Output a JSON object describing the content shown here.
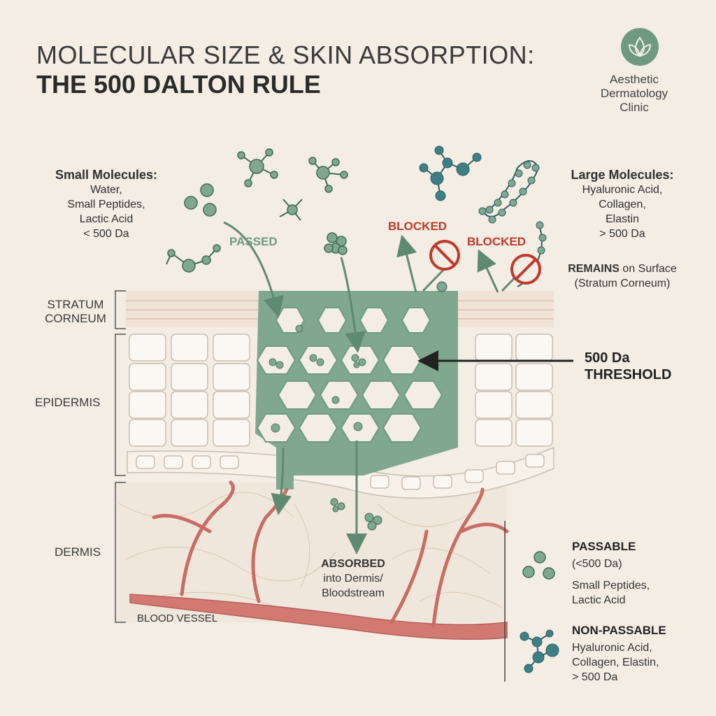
{
  "title": {
    "line1": "MOLECULAR SIZE & SKIN ABSORPTION:",
    "line2": "THE 500 DALTON RULE"
  },
  "clinic": {
    "name": "Aesthetic Dermatology Clinic",
    "icon": "leaf-icon"
  },
  "small_molecules": {
    "heading": "Small Molecules:",
    "items": [
      "Water,",
      "Small Peptides,",
      "Lactic Acid",
      "< 500 Da"
    ]
  },
  "large_molecules": {
    "heading": "Large Molecules:",
    "items": [
      "Hyaluronic Acid,",
      "Collagen,",
      "Elastin",
      "> 500 Da"
    ]
  },
  "labels": {
    "passed": "PASSED",
    "blocked_1": "BLOCKED",
    "blocked_2": "BLOCKED",
    "remains_bold": "REMAINS",
    "remains_rest": "on Surface",
    "remains_sub": "(Stratum Corneum)",
    "threshold_line1": "500 Da",
    "threshold_line2": "THRESHOLD",
    "absorbed_bold": "ABSORBED",
    "absorbed_line2": "into Dermis/",
    "absorbed_line3": "Bloodstream",
    "blood_vessel": "BLOOD VESSEL"
  },
  "layers": {
    "stratum_corneum_1": "STRATUM",
    "stratum_corneum_2": "CORNEUM",
    "epidermis": "EPIDERMIS",
    "dermis": "DERMIS"
  },
  "legend": {
    "passable_head": "PASSABLE",
    "passable_range": "(<500 Da)",
    "passable_items_1": "Small Peptides,",
    "passable_items_2": "Lactic Acid",
    "nonpassable_head": "NON-PASSABLE",
    "nonpassable_items_1": "Hyaluronic Acid,",
    "nonpassable_items_2": "Collagen, Elastin,",
    "nonpassable_items_3": "> 500 Da"
  },
  "colors": {
    "background": "#f3ede4",
    "green": "#6f9a82",
    "red": "#c0392b",
    "vessel": "#d27a72",
    "teal_molecule": "#3e7f86"
  }
}
